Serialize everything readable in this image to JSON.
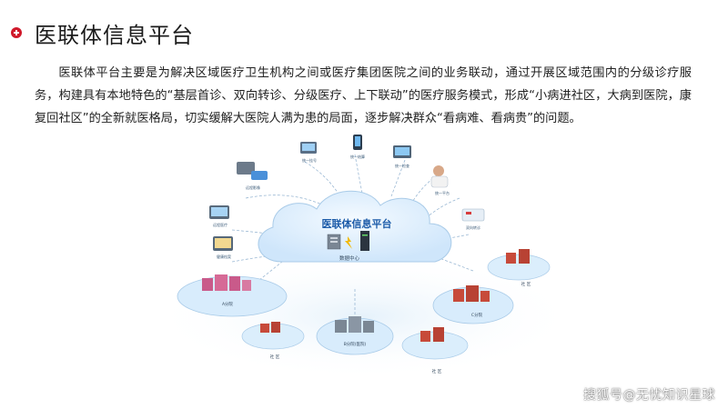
{
  "heading": {
    "title": "医联体信息平台",
    "icon": "plus-circle-icon",
    "icon_color": "#d0182a"
  },
  "intro": "医联体平台主要是为解决区域医疗卫生机构之间或医疗集团医院之间的业务联动，通过开展区域范围内的分级诊疗服务，构建具有本地特色的“基层首诊、双向转诊、分级医疗、上下联动”的医疗服务模式，形成“小病进社区，大病到医院，康复回社区”的全新就医格局，切实缓解大医院人满为患的局面，逐步解决群众“看病难、看病贵”的问题。",
  "diagram": {
    "platform_label": "医联体信息平台",
    "center_label": "数据中心",
    "clouds": {
      "a": "A分院",
      "b": "B分院(医院)",
      "c": "C分院"
    },
    "community": "社 区",
    "services": [
      "远程影像",
      "统一挂号",
      "统一结算",
      "统一检查",
      "统一平台",
      "双向转诊",
      "远程医疗",
      "健康档案"
    ],
    "colors": {
      "cloud_fill": "#dcefff",
      "cloud_stroke": "#9cc6e8",
      "platform_text": "#1a5aa8",
      "building_red": "#c74a3a",
      "building_pink": "#c95a8a"
    }
  },
  "watermark": "搜狐号@无忧知识星球"
}
